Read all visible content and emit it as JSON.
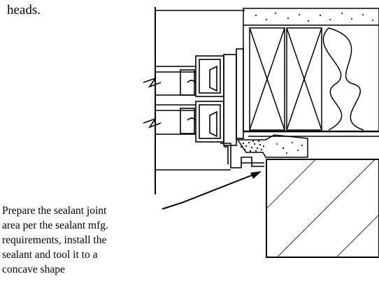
{
  "header_fragment": "heads.",
  "callout": {
    "lines": [
      "Prepare the sealant joint",
      "area per the sealant mfg.",
      "requirements, install the",
      "sealant and tool it to a",
      "concave shape"
    ]
  },
  "colors": {
    "ink": "#000000",
    "paper": "#ffffff"
  }
}
